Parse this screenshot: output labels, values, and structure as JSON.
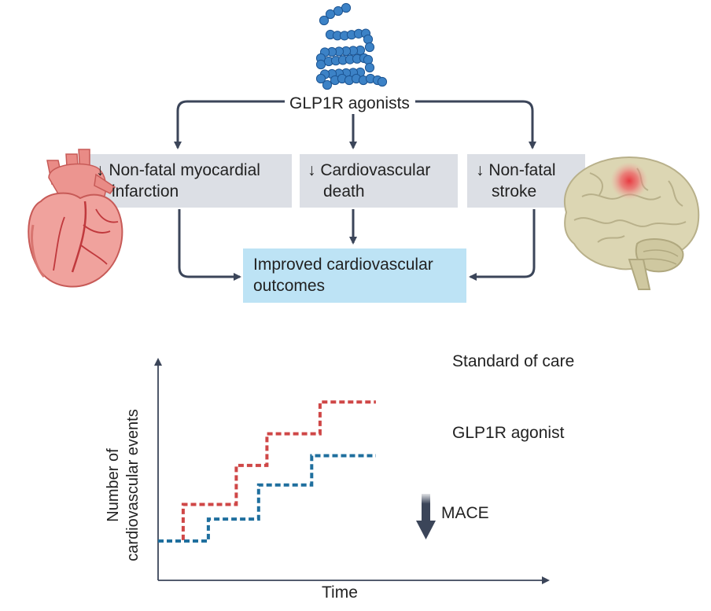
{
  "top": {
    "agonist_label": "GLP1R agonists",
    "box_mi": [
      "↓ Non-fatal myocardial",
      "infarction"
    ],
    "box_cv": [
      "↓ Cardiovascular",
      "death"
    ],
    "box_stroke": [
      "↓ Non-fatal",
      "stroke"
    ],
    "outcome": [
      "Improved cardiovascular",
      "outcomes"
    ]
  },
  "chart_data": {
    "type": "line",
    "title": "",
    "xlabel": "Time",
    "ylabel": [
      "Number of",
      "cardiovascular events"
    ],
    "series": [
      {
        "name": "Standard of care",
        "color": "#cf4747",
        "steps": [
          [
            0,
            0
          ],
          [
            0.9,
            0
          ],
          [
            0.9,
            1.5
          ],
          [
            2.8,
            1.5
          ],
          [
            2.8,
            3.1
          ],
          [
            3.9,
            3.1
          ],
          [
            3.9,
            4.4
          ],
          [
            5.8,
            4.4
          ],
          [
            5.8,
            5.7
          ],
          [
            7.8,
            5.7
          ]
        ]
      },
      {
        "name": "GLP1R agonist",
        "color": "#1f6f9e",
        "steps": [
          [
            0,
            0
          ],
          [
            1.8,
            0
          ],
          [
            1.8,
            0.9
          ],
          [
            3.6,
            0.9
          ],
          [
            3.6,
            2.3
          ],
          [
            5.5,
            2.3
          ],
          [
            5.5,
            3.5
          ],
          [
            7.8,
            3.5
          ]
        ]
      }
    ],
    "annotation": "MACE",
    "annotation_icon": "down-arrow-icon",
    "colors": {
      "arrow": "#3b4559",
      "grey_box": "#dcdfe5",
      "blue_box": "#bde3f5"
    }
  },
  "illustrations": [
    "peptide-chain-icon",
    "heart-icon",
    "brain-icon"
  ]
}
